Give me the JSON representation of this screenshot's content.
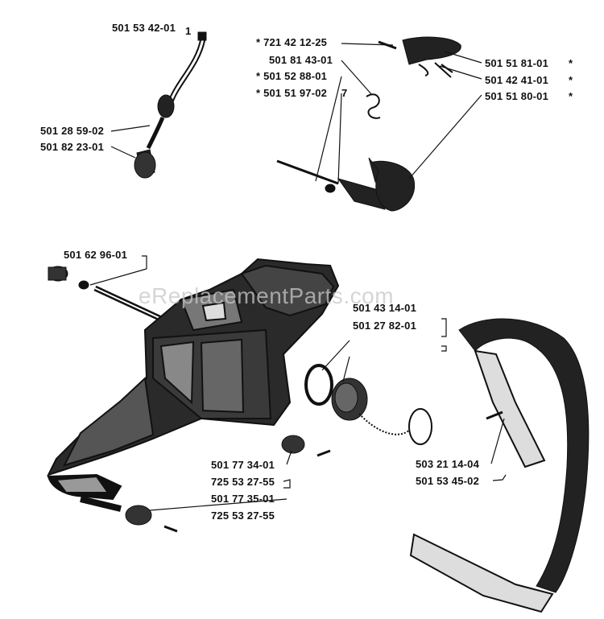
{
  "watermark": "eReplacementParts.com",
  "labels": {
    "fuel_line": "501 53 42-01",
    "fuel_line_ref": "1",
    "hose_a": "501 28 59-02",
    "filter": "501 82 23-01",
    "pin": "* 721 42 12-25",
    "spring_a": "501 81 43-01",
    "spring_b": "* 501 52 88-01",
    "rod": "* 501 51 97-02",
    "rod_ref": "7",
    "trigger_a": "501 51 81-01",
    "trigger_a_star": "*",
    "trigger_b": "501 42 41-01",
    "trigger_b_star": "*",
    "trigger_c": "501 51 80-01",
    "trigger_c_star": "*",
    "throttle_cable": "501 62 96-01",
    "oring": "501 43 14-01",
    "cap": "501 27 82-01",
    "av_a": "501 77 34-01",
    "screw_a": "725 53 27-55",
    "av_b": "501 77 35-01",
    "screw_b": "725 53 27-55",
    "handle_screw": "503 21 14-04",
    "handle": "501 53 45-02"
  }
}
